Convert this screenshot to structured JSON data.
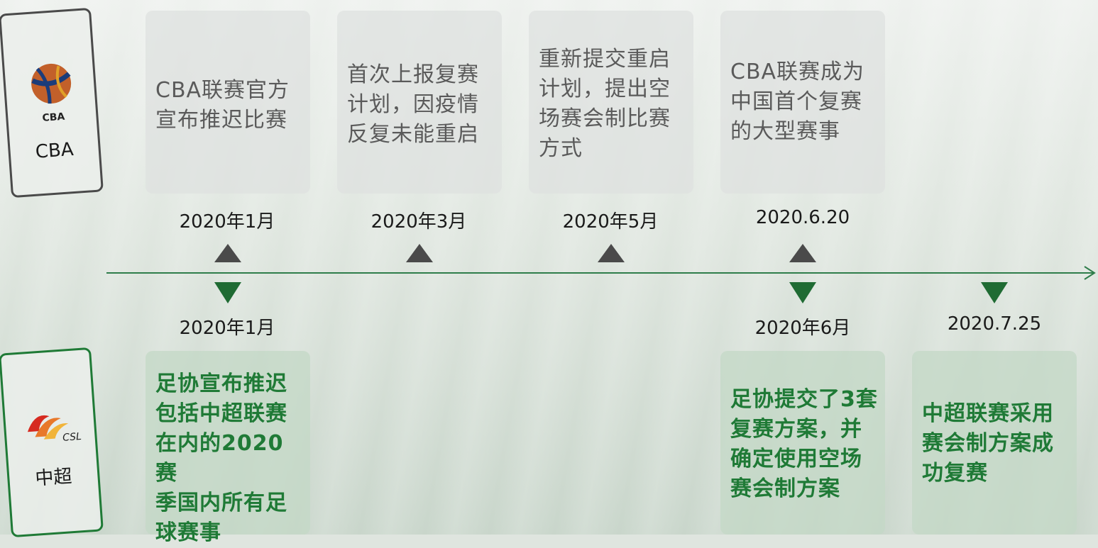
{
  "cba": {
    "logo_text": "CBA",
    "label": "CBA",
    "events": [
      {
        "date": "2020年1月",
        "lines": [
          "CBA联赛官方",
          "宣布推迟比赛"
        ]
      },
      {
        "date": "2020年3月",
        "lines": [
          "首次上报复赛",
          "计划，因疫情",
          "反复未能重启"
        ]
      },
      {
        "date": "2020年5月",
        "lines": [
          "重新提交重启",
          "计划，提出空",
          "场赛会制比赛",
          "方式"
        ]
      },
      {
        "date": "2020.6.20",
        "lines": [
          "CBA联赛成为",
          "中国首个复赛",
          "的大型赛事"
        ]
      }
    ]
  },
  "csl": {
    "logo_text": "CSL",
    "label": "中超",
    "events": [
      {
        "date": "2020年1月",
        "lines": [
          "足协宣布推迟",
          "包括中超联赛",
          "在内的2020赛",
          "季国内所有足",
          "球赛事"
        ]
      },
      {
        "date": "2020年6月",
        "lines": [
          "足协提交了3套",
          "复赛方案，并",
          "确定使用空场",
          "赛会制方案"
        ]
      },
      {
        "date": "2020.7.25",
        "lines": [
          "中超联赛采用",
          "赛会制方案成",
          "功复赛"
        ]
      }
    ]
  },
  "colors": {
    "cba_frame": "#4a4a4a",
    "csl_frame": "#1f7a36",
    "timeline": "#2e7d4a",
    "cba_arrow": "#4a4a4a",
    "csl_arrow": "#1f6b33"
  }
}
